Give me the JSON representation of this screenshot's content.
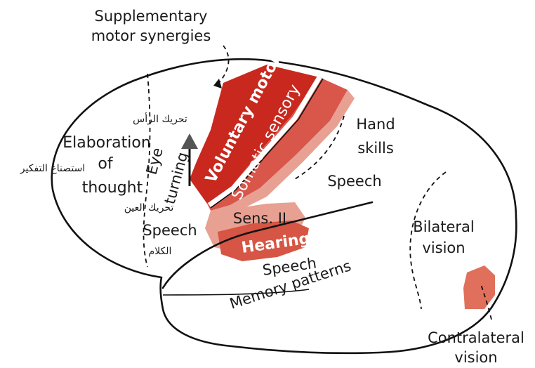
{
  "colors": {
    "motor": "#c8281e",
    "sensory": "#d9564a",
    "sensory_light": "#e8a093",
    "hearing": "#d65544",
    "vision": "#e0705c",
    "outline": "#111111"
  },
  "labels": {
    "supplementary": [
      "Supplementary",
      "motor synergies"
    ],
    "voluntary_motor": "Voluntary motor",
    "somatic_sensory": "Somatic sensory",
    "hand_skills": [
      "Hand",
      "skills"
    ],
    "elaboration": [
      "Elaboration",
      "of",
      "thought"
    ],
    "eye_turning": [
      "Eye",
      "turning"
    ],
    "speech_frontal": "Speech",
    "speech_parietal": "Speech",
    "sens_ii": "Sens. II",
    "hearing": "Hearing",
    "speech_temporal": "Speech",
    "memory_patterns": "Memory patterns",
    "bilateral_vision": [
      "Bilateral",
      "vision"
    ],
    "contralateral_vision": [
      "Contralateral",
      "vision"
    ]
  },
  "arabic": {
    "head_turning": "تحريك الرأس",
    "thinking": "استصناع التفكير",
    "eye_moving": "تحريك العين",
    "speech": "الكلام"
  }
}
